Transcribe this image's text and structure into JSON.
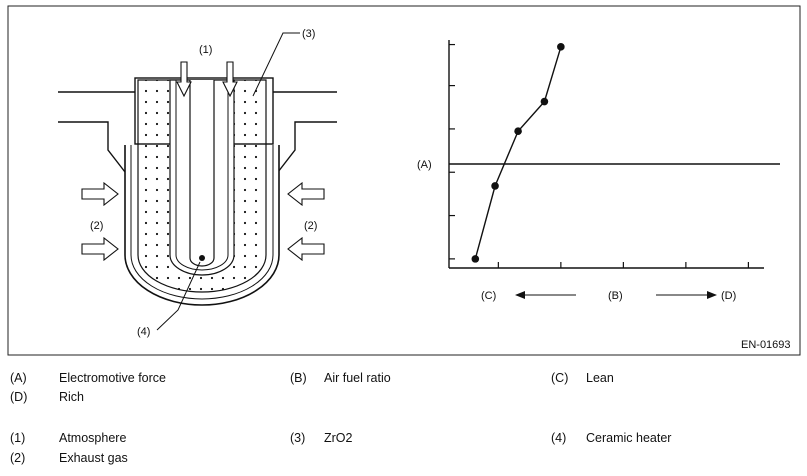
{
  "figure_code": "EN-01693",
  "sensor_labels": {
    "atmosphere": "(1)",
    "zro2": "(3)",
    "exhaust_left": "(2)",
    "exhaust_right": "(2)",
    "heater": "(4)"
  },
  "chart_data": {
    "type": "line",
    "title": "",
    "ylabel": "(A)",
    "x_axis_labels": {
      "left": "(C)",
      "center": "(B)",
      "right": "(D)"
    },
    "threshold_y": 0.5,
    "series": [
      {
        "points": [
          [
            0.08,
            0.04
          ],
          [
            0.14,
            0.36
          ],
          [
            0.21,
            0.6
          ],
          [
            0.29,
            0.73
          ],
          [
            0.34,
            0.97
          ]
        ]
      }
    ],
    "grid": false
  },
  "legend": {
    "row1": [
      {
        "code": "(A)",
        "text": "Electromotive force"
      },
      {
        "code": "(B)",
        "text": "Air fuel ratio"
      },
      {
        "code": "(C)",
        "text": "Lean"
      }
    ],
    "row2": [
      {
        "code": "(D)",
        "text": "Rich"
      }
    ],
    "row3": [
      {
        "code": "(1)",
        "text": "Atmosphere"
      },
      {
        "code": "(3)",
        "text": "ZrO2"
      },
      {
        "code": "(4)",
        "text": "Ceramic heater"
      }
    ],
    "row4": [
      {
        "code": "(2)",
        "text": "Exhaust gas"
      }
    ]
  }
}
